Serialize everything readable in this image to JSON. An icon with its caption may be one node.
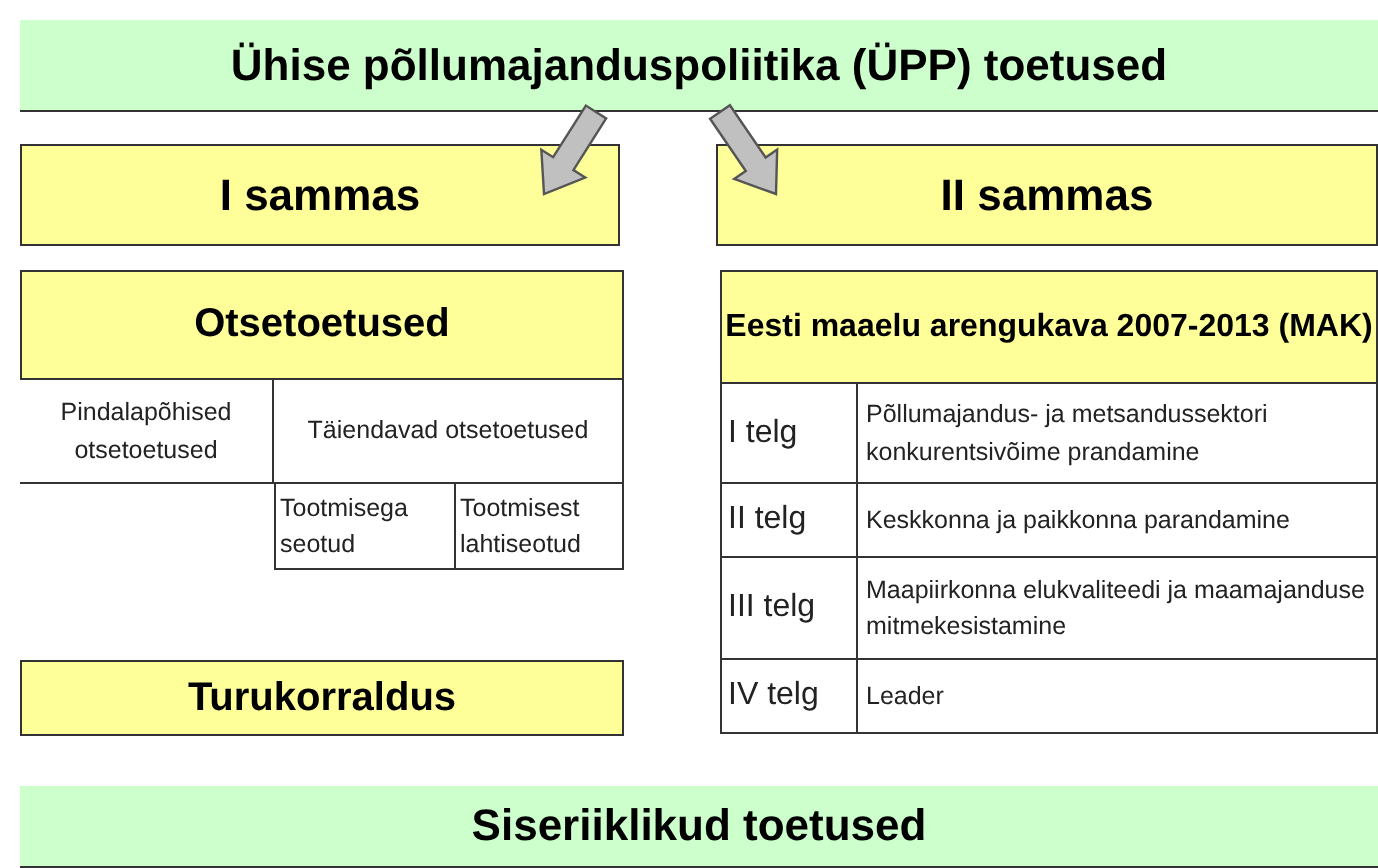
{
  "diagram": {
    "nodes": [
      {
        "text": [
          "Ühise põllumajanduspoliitika (ÜPP) toetused"
        ]
      },
      {
        "text": [
          "I sammas"
        ]
      },
      {
        "text": [
          "II sammas"
        ]
      },
      {
        "text": [
          "Otsetoetused"
        ]
      },
      {
        "text": [
          "Pindalapõhised otsetoetused"
        ]
      },
      {
        "text": [
          "Täiendavad otsetoetused"
        ]
      },
      {
        "text": [
          "Tootmisega seotud"
        ]
      },
      {
        "text": [
          "Tootmisest lahtiseotud"
        ]
      },
      {
        "text": [
          "Turukorraldus"
        ]
      },
      {
        "text": [
          "Eesti maaelu arengukava 2007-2013 (MAK)"
        ]
      },
      {
        "text": [
          "I telg",
          "Põllumajandus- ja metsandussektori konkurentsivõime prandamine"
        ]
      },
      {
        "text": [
          "II telg",
          "Keskkonna ja paikkonna parandamine"
        ]
      },
      {
        "text": [
          "III telg",
          "Maapiirkonna elukvaliteedi ja maamajanduse mitmekesistamine"
        ]
      },
      {
        "text": [
          "IV telg",
          "Leader"
        ]
      },
      {
        "text": [
          "Siseriiklikud toetused"
        ]
      }
    ],
    "edges": [
      {
        "from": 0,
        "to": 1,
        "arrow": "to",
        "style": "thick"
      },
      {
        "from": 0,
        "to": 2,
        "arrow": "to",
        "style": "thick"
      }
    ]
  }
}
